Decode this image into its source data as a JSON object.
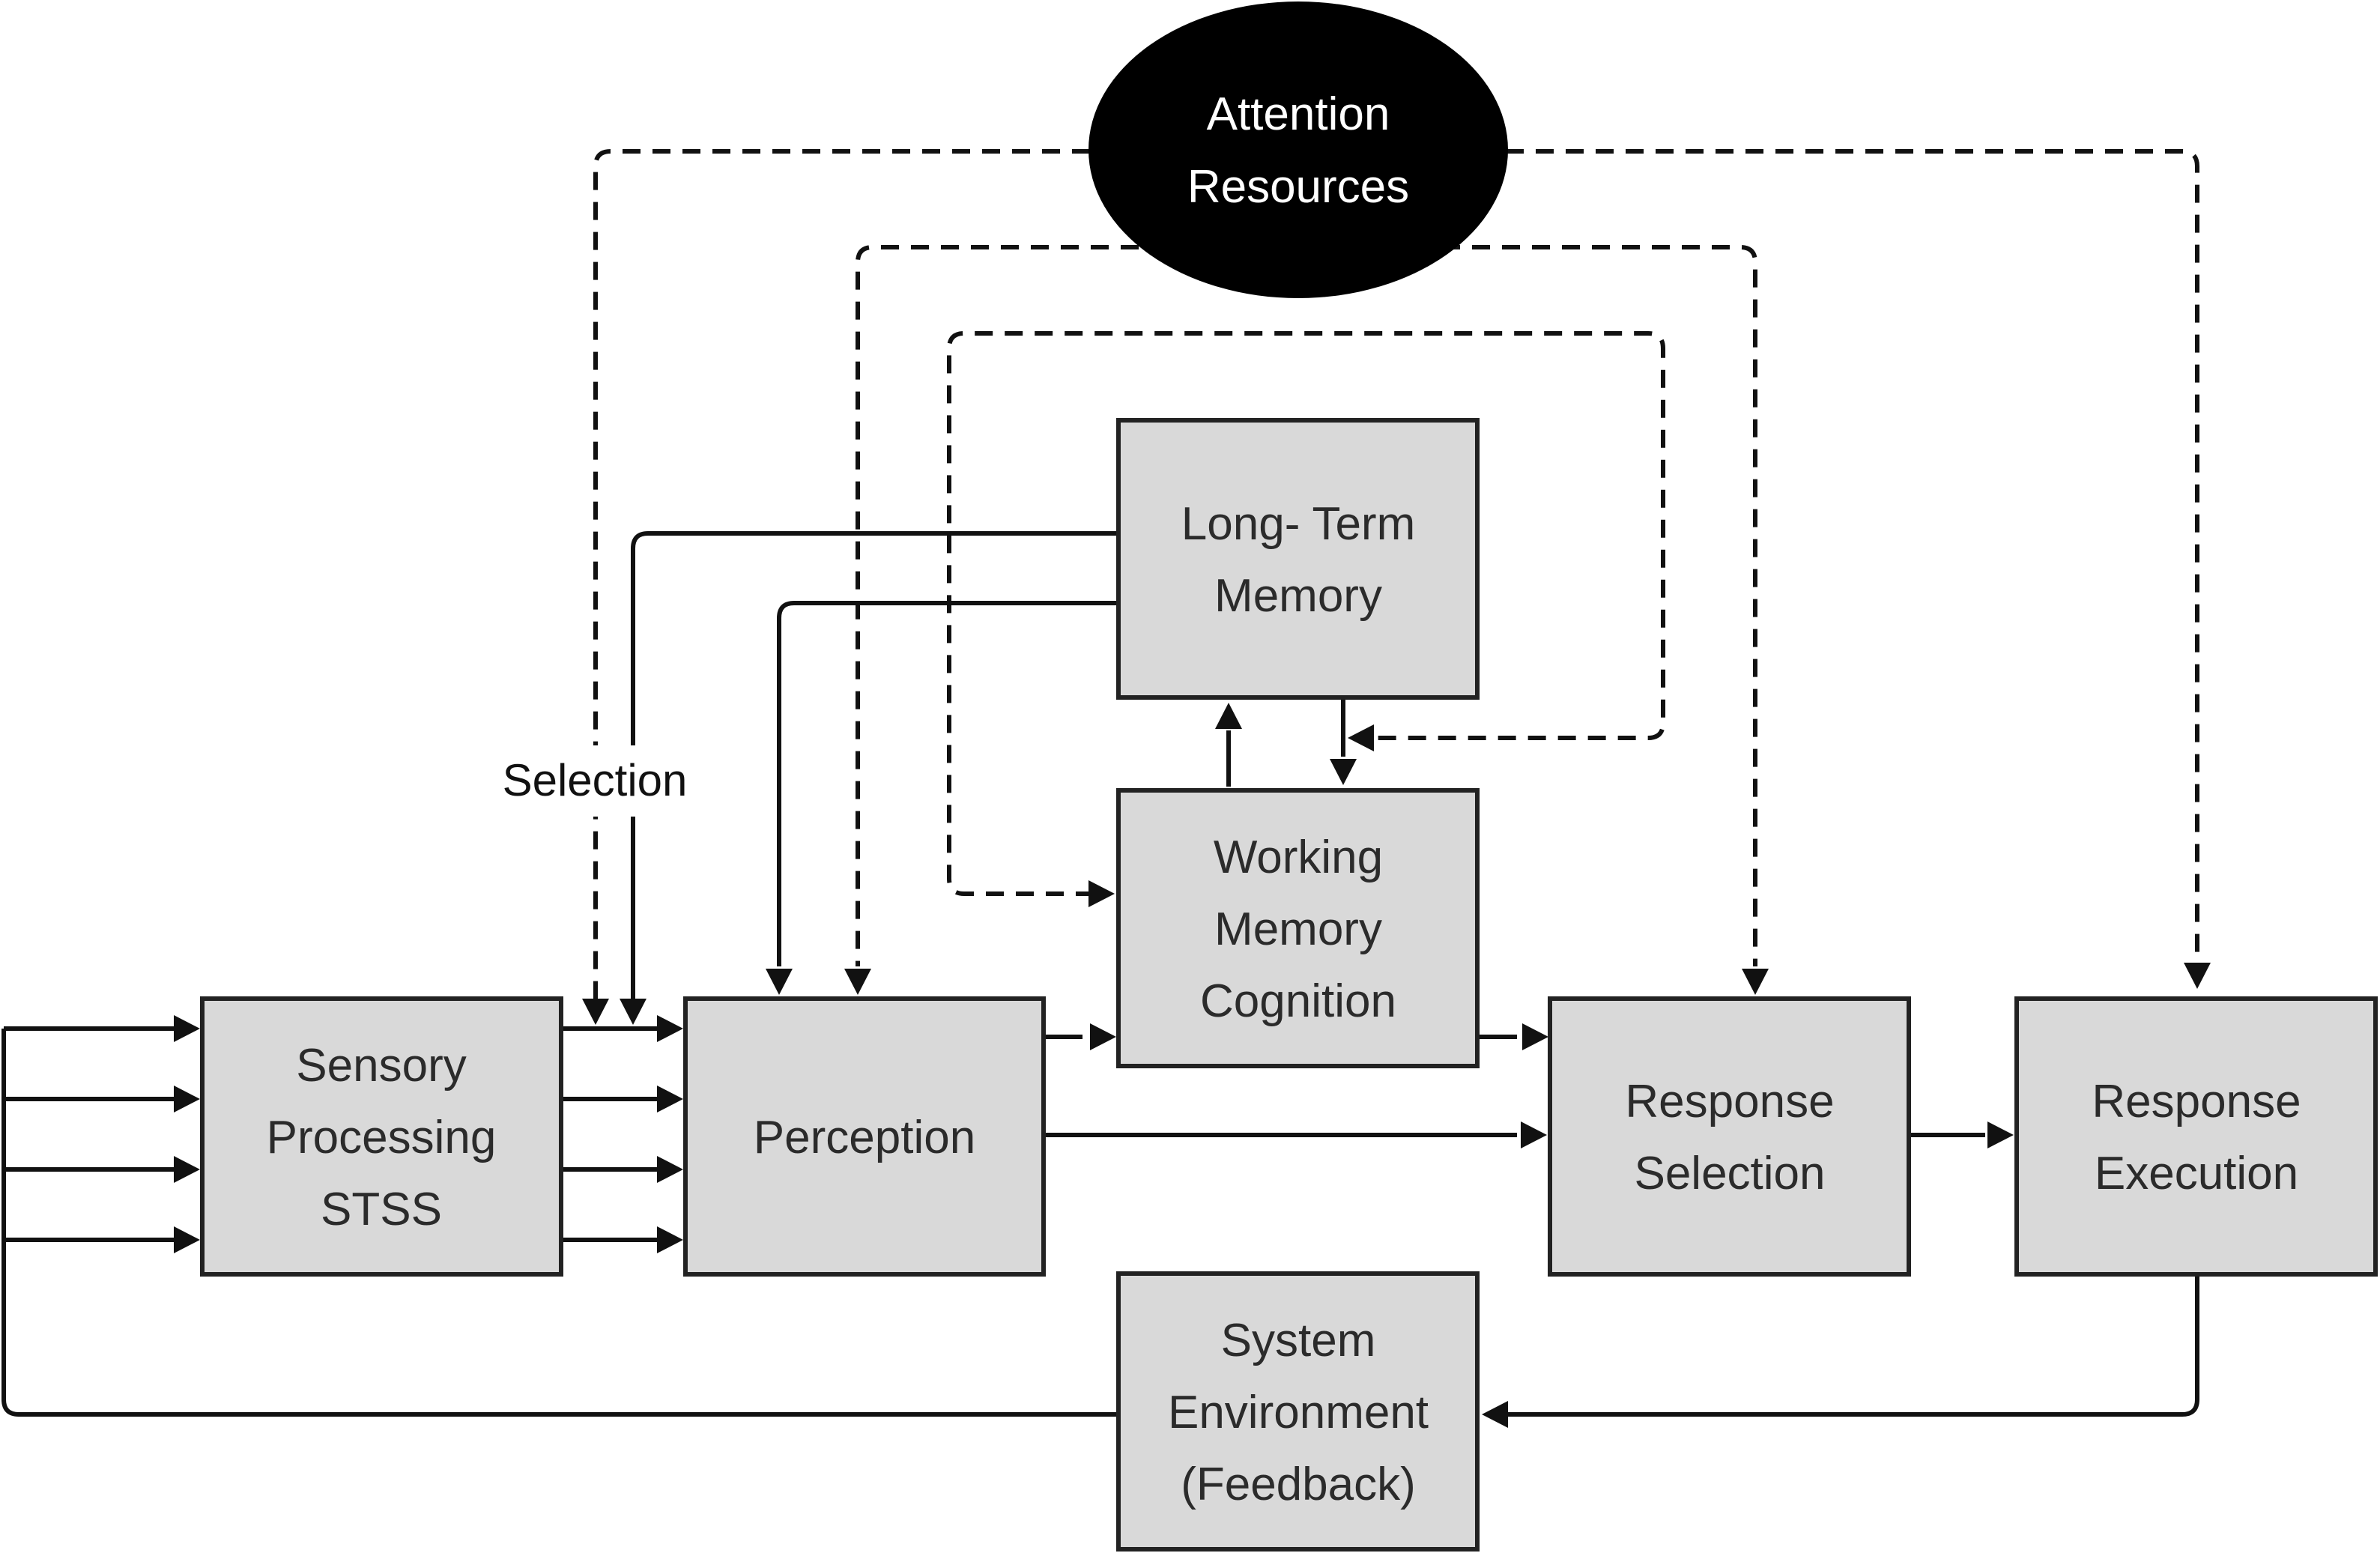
{
  "diagram": {
    "nodes": {
      "attention": {
        "line1": "Attention",
        "line2": "Resources"
      },
      "ltm": {
        "line1": "Long- Term",
        "line2": "Memory"
      },
      "wm": {
        "line1": "Working",
        "line2": "Memory",
        "line3": "Cognition"
      },
      "sensory": {
        "line1": "Sensory",
        "line2": "Processing",
        "line3": "STSS"
      },
      "perception": {
        "line1": "Perception"
      },
      "response_selection": {
        "line1": "Response",
        "line2": "Selection"
      },
      "response_execution": {
        "line1": "Response",
        "line2": "Execution"
      },
      "system": {
        "line1": "System",
        "line2": "Environment",
        "line3": "(Feedback)"
      }
    },
    "labels": {
      "selection": "Selection"
    },
    "colors": {
      "box_fill": "#d9d9d9",
      "box_stroke": "#222222",
      "ellipse_fill": "#000000",
      "line": "#111111"
    }
  }
}
